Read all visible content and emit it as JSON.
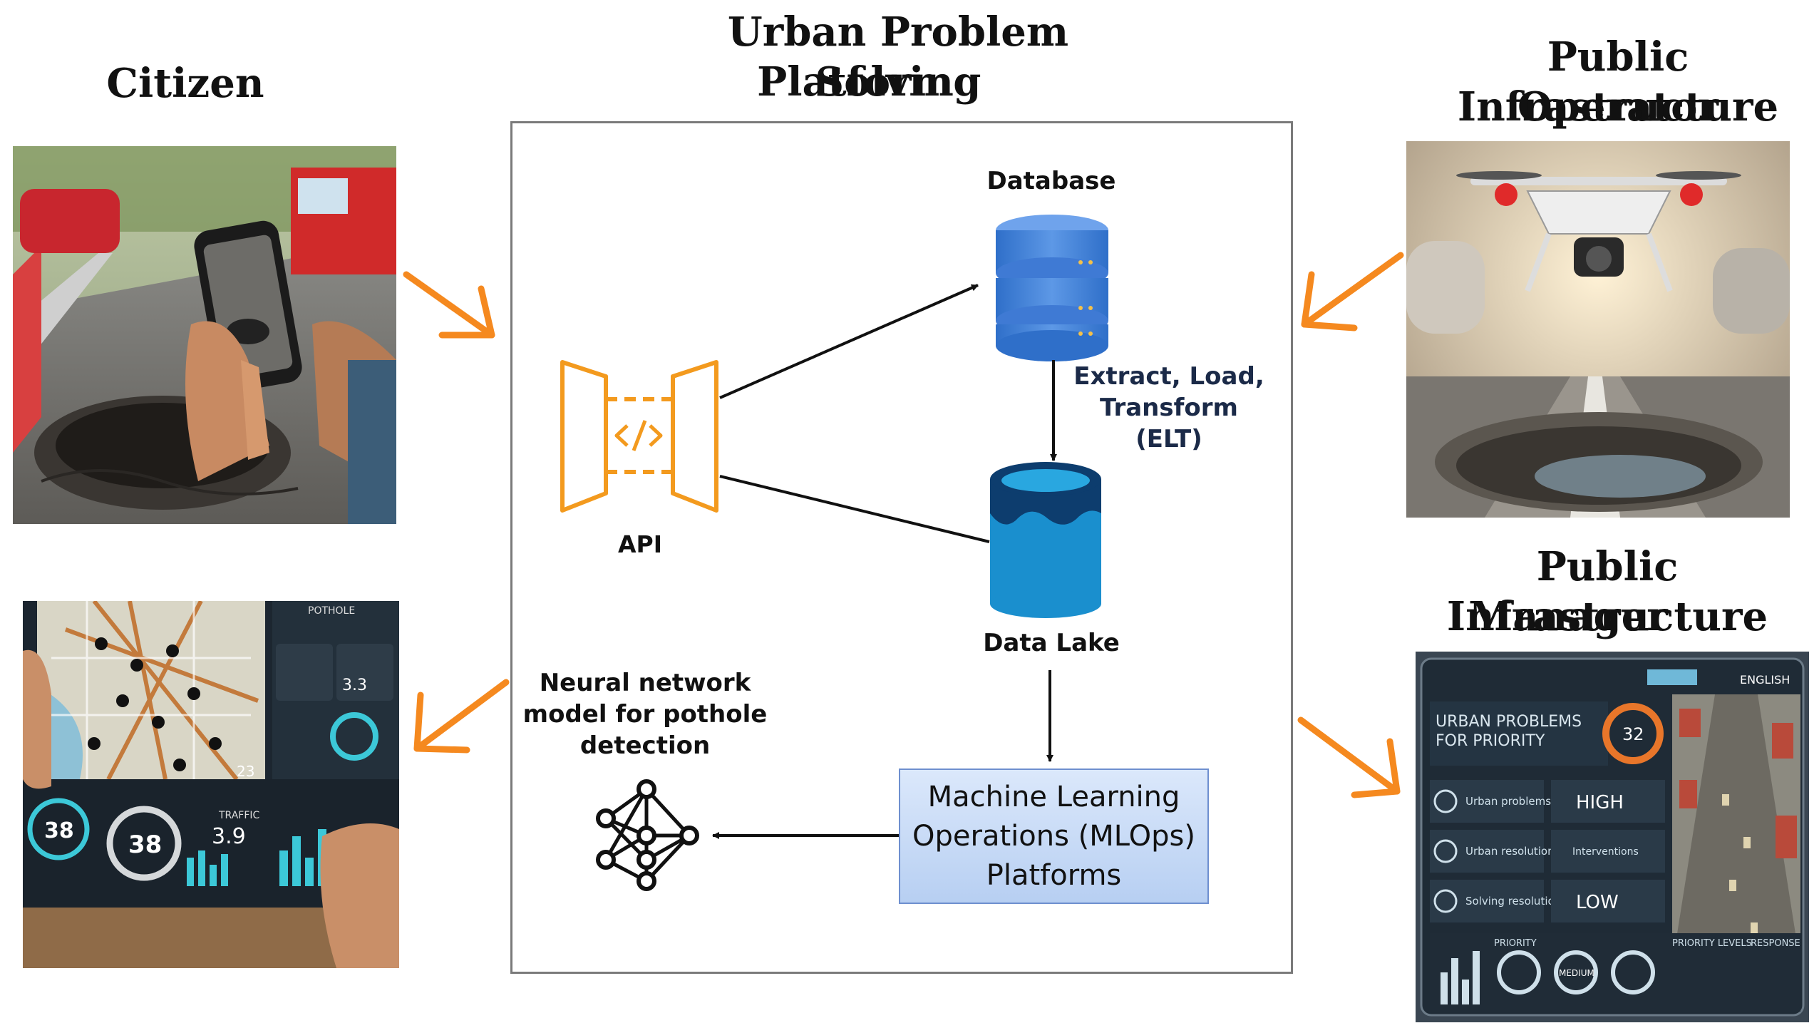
{
  "headings": {
    "citizen": "Citizen",
    "platform_line1": "Urban Problem Solving",
    "platform_line2": "Platform",
    "operator_line1": "Public Infrastructure",
    "operator_line2": "Operator",
    "manager_line1": "Public Infrastructure",
    "manager_line2": "Manager"
  },
  "nodes": {
    "api": "API",
    "database": "Database",
    "elt_line1": "Extract, Load,",
    "elt_line2": "Transform",
    "elt_line3": "(ELT)",
    "data_lake": "Data Lake",
    "mlops_line1": "Machine Learning",
    "mlops_line2": "Operations (MLOps)",
    "mlops_line3": "Platforms",
    "nn_line1": "Neural network",
    "nn_line2": "model for pothole",
    "nn_line3": "detection"
  },
  "tablet_ui": {
    "tile1": "POTHOLE",
    "tile2": "TRAFFIC",
    "gauge1": "38",
    "gauge2": "38",
    "stat1": "3.9",
    "stat2": "3.3",
    "stat3": "23"
  },
  "manager_ui": {
    "title_line1": "URBAN PROBLEMS",
    "title_line2": "FOR PRIORITY",
    "gauge": "32",
    "lang": "ENGLISH",
    "row1": "Urban problems",
    "row2": "Urban resolution",
    "row3": "Solving resolution",
    "high": "HIGH",
    "interventions": "Interventions",
    "low": "LOW",
    "priority": "PRIORITY",
    "medium": "MEDIUM",
    "priority_levels": "PRIORITY LEVELS",
    "response": "RESPONSE"
  },
  "colors": {
    "orange": "#f5891f",
    "api_orange": "#f39a1e",
    "db_blue": "#4a86d8",
    "lake_blue": "#1a8fce",
    "border": "#7a7a7a"
  }
}
